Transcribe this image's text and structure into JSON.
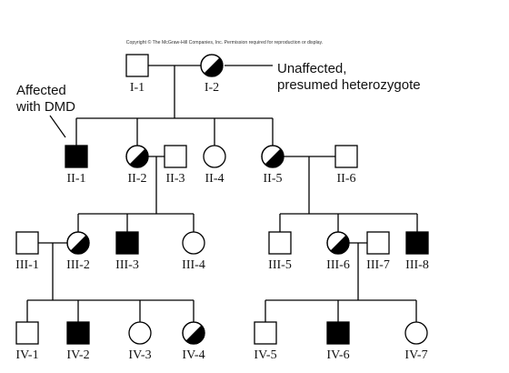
{
  "copyright": "Copyright © The McGraw-Hill Companies, Inc. Permission required for reproduction or display.",
  "annotations": {
    "affected_line1": "Affected",
    "affected_line2": "with DMD",
    "carrier_line1": "Unaffected,",
    "carrier_line2": "presumed heterozygote"
  },
  "individuals": [
    {
      "id": "I-1",
      "label": "I-1",
      "sex": "male",
      "status": "unaffected"
    },
    {
      "id": "I-2",
      "label": "I-2",
      "sex": "female",
      "status": "carrier"
    },
    {
      "id": "II-1",
      "label": "II-1",
      "sex": "male",
      "status": "affected"
    },
    {
      "id": "II-2",
      "label": "II-2",
      "sex": "female",
      "status": "carrier"
    },
    {
      "id": "II-3",
      "label": "II-3",
      "sex": "male",
      "status": "unaffected"
    },
    {
      "id": "II-4",
      "label": "II-4",
      "sex": "female",
      "status": "unaffected"
    },
    {
      "id": "II-5",
      "label": "II-5",
      "sex": "female",
      "status": "carrier"
    },
    {
      "id": "II-6",
      "label": "II-6",
      "sex": "male",
      "status": "unaffected"
    },
    {
      "id": "III-1",
      "label": "III-1",
      "sex": "male",
      "status": "unaffected"
    },
    {
      "id": "III-2",
      "label": "III-2",
      "sex": "female",
      "status": "carrier"
    },
    {
      "id": "III-3",
      "label": "III-3",
      "sex": "male",
      "status": "affected"
    },
    {
      "id": "III-4",
      "label": "III-4",
      "sex": "female",
      "status": "unaffected"
    },
    {
      "id": "III-5",
      "label": "III-5",
      "sex": "male",
      "status": "unaffected"
    },
    {
      "id": "III-6",
      "label": "III-6",
      "sex": "female",
      "status": "carrier"
    },
    {
      "id": "III-7",
      "label": "III-7",
      "sex": "male",
      "status": "unaffected"
    },
    {
      "id": "III-8",
      "label": "III-8",
      "sex": "male",
      "status": "affected"
    },
    {
      "id": "IV-1",
      "label": "IV-1",
      "sex": "male",
      "status": "unaffected"
    },
    {
      "id": "IV-2",
      "label": "IV-2",
      "sex": "male",
      "status": "affected"
    },
    {
      "id": "IV-3",
      "label": "IV-3",
      "sex": "female",
      "status": "unaffected"
    },
    {
      "id": "IV-4",
      "label": "IV-4",
      "sex": "female",
      "status": "carrier"
    },
    {
      "id": "IV-5",
      "label": "IV-5",
      "sex": "male",
      "status": "unaffected"
    },
    {
      "id": "IV-6",
      "label": "IV-6",
      "sex": "male",
      "status": "affected"
    },
    {
      "id": "IV-7",
      "label": "IV-7",
      "sex": "female",
      "status": "unaffected"
    }
  ],
  "matings": [
    {
      "partners": [
        "I-1",
        "I-2"
      ],
      "children": [
        "II-1",
        "II-2",
        "II-4",
        "II-5"
      ]
    },
    {
      "partners": [
        "II-2",
        "II-3"
      ],
      "children": [
        "III-2",
        "III-3",
        "III-4"
      ]
    },
    {
      "partners": [
        "II-5",
        "II-6"
      ],
      "children": [
        "III-5",
        "III-6",
        "III-8"
      ]
    },
    {
      "partners": [
        "III-1",
        "III-2"
      ],
      "children": [
        "IV-1",
        "IV-2",
        "IV-3",
        "IV-4"
      ]
    },
    {
      "partners": [
        "III-6",
        "III-7"
      ],
      "children": [
        "IV-5",
        "IV-6",
        "IV-7"
      ]
    }
  ]
}
